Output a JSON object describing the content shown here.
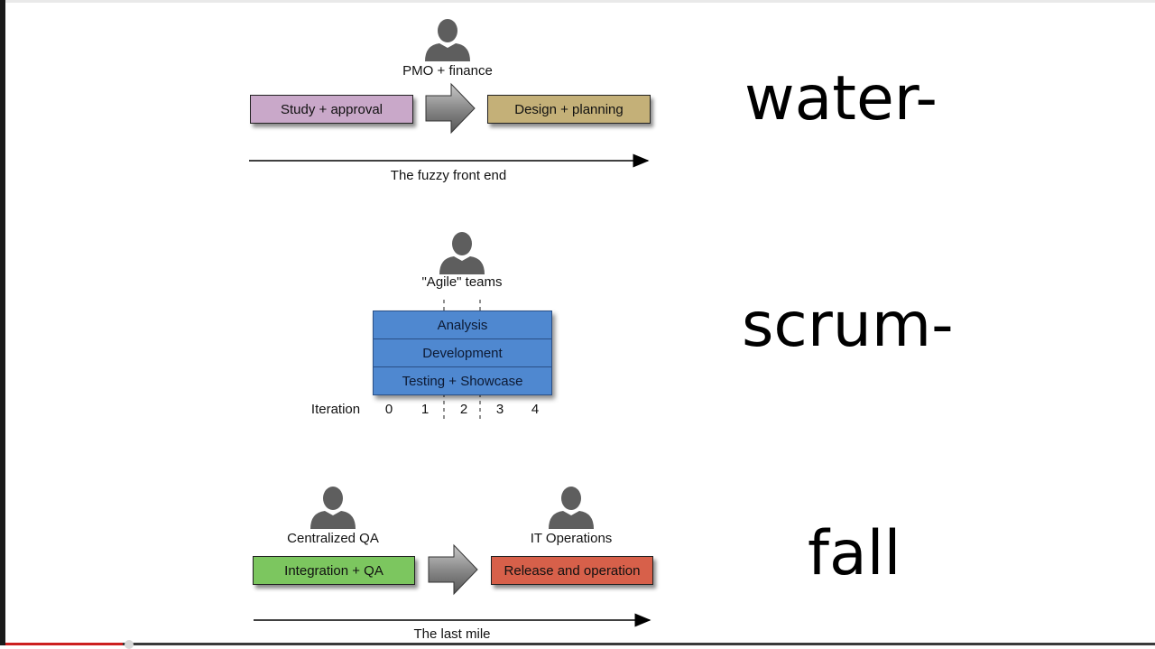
{
  "top_section": {
    "role_label": "PMO + finance",
    "box_left": "Study + approval",
    "box_right": "Design + planning",
    "timeline_label": "The fuzzy front end"
  },
  "middle_section": {
    "role_label": "\"Agile\" teams",
    "stack_rows": [
      "Analysis",
      "Development",
      "Testing + Showcase"
    ],
    "iteration_label": "Iteration",
    "iteration_ticks": [
      "0",
      "1",
      "2",
      "3",
      "4"
    ]
  },
  "bottom_section": {
    "role_left": "Centralized QA",
    "role_right": "IT Operations",
    "box_left": "Integration + QA",
    "box_right": "Release and operation",
    "timeline_label": "The last mile"
  },
  "words": {
    "top": "water-",
    "middle": "scrum-",
    "bottom": "fall"
  },
  "colors": {
    "purple_box": "#c9a8c9",
    "tan_box": "#c4b078",
    "blue_stack": "#4f88d0",
    "green_box": "#7cc65f",
    "red_box": "#d7604a",
    "person_icon": "#5e5e5e"
  }
}
